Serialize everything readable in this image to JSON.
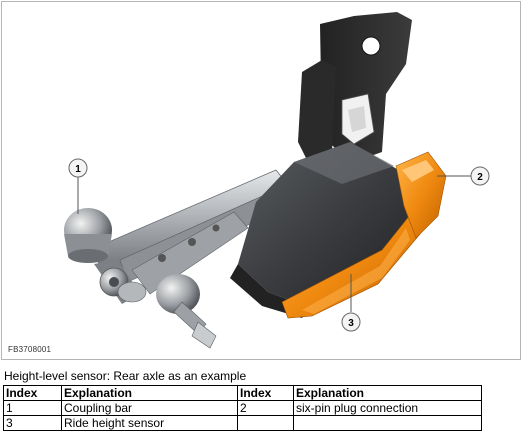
{
  "figure": {
    "id": "FB3708001",
    "callouts": [
      "1",
      "2",
      "3"
    ]
  },
  "caption": "Height-level sensor: Rear axle as an example",
  "legend": {
    "headers": [
      "Index",
      "Explanation",
      "Index",
      "Explanation"
    ],
    "rows": [
      [
        "1",
        "Coupling bar",
        "2",
        "six-pin plug connection"
      ],
      [
        "3",
        "Ride height sensor",
        "",
        ""
      ]
    ]
  },
  "colors": {
    "sensor_body": "#3a3c3f",
    "plug_orange": "#f08a10",
    "metal": "#b9bcc0"
  }
}
